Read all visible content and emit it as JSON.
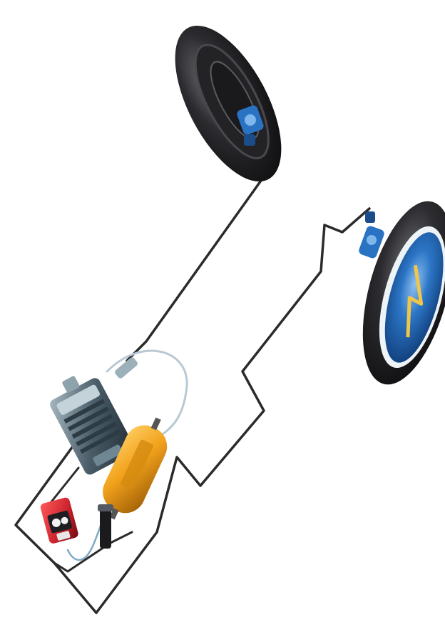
{
  "diagram": {
    "components": [
      {
        "id": "wheel-rear",
        "icon": "tire-wheel-icon"
      },
      {
        "id": "wheel-front",
        "icon": "tire-wheel-icon"
      },
      {
        "id": "air-compressor",
        "icon": "compressor-icon"
      },
      {
        "id": "air-tank",
        "icon": "air-tank-icon"
      },
      {
        "id": "control-box",
        "icon": "control-box-icon"
      },
      {
        "id": "pressure-switch",
        "icon": "valve-icon"
      }
    ],
    "colors": {
      "background": "#ffffff",
      "hose": "#2b2b2b",
      "tire": "#1f1f22",
      "tire_highlight": "#5a5a60",
      "rim_blue": "#1f5fae",
      "rim_light": "#7fb6ec",
      "valve_blue": "#2a73c2",
      "tank_orange": "#f2a21c",
      "tank_dark": "#b86d06",
      "compressor_body": "#3d4f5a",
      "compressor_light": "#8fa3ad",
      "control_red": "#c8202a",
      "cable_light": "#b9c9d4"
    }
  }
}
